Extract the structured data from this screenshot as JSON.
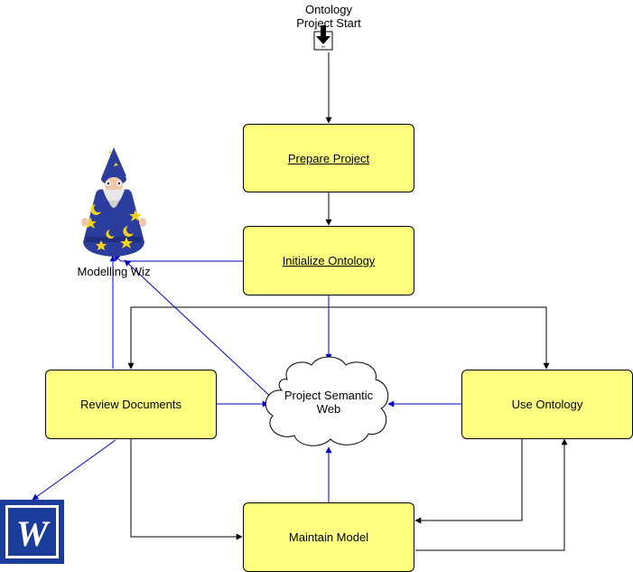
{
  "start": {
    "line1": "Ontology",
    "line2": "Project Start",
    "icon_text": "IN"
  },
  "nodes": {
    "prepare": "Prepare Project",
    "initialize": "Initialize Ontology",
    "review": "Review Documents",
    "use": "Use Ontology",
    "maintain": "Maintain Model"
  },
  "cloud": {
    "line1": "Project Semantic",
    "line2": "Web"
  },
  "wizard": {
    "label": "Modelling Wiz"
  },
  "word_icon": {
    "letter": "W"
  },
  "colors": {
    "node_fill": "#ffff80",
    "blue_arrow": "#0000cc",
    "black_arrow": "#000000",
    "word_blue": "#1c3c9c",
    "wizard_robe": "#2b3e9e",
    "star_yellow": "#f5d21a"
  }
}
